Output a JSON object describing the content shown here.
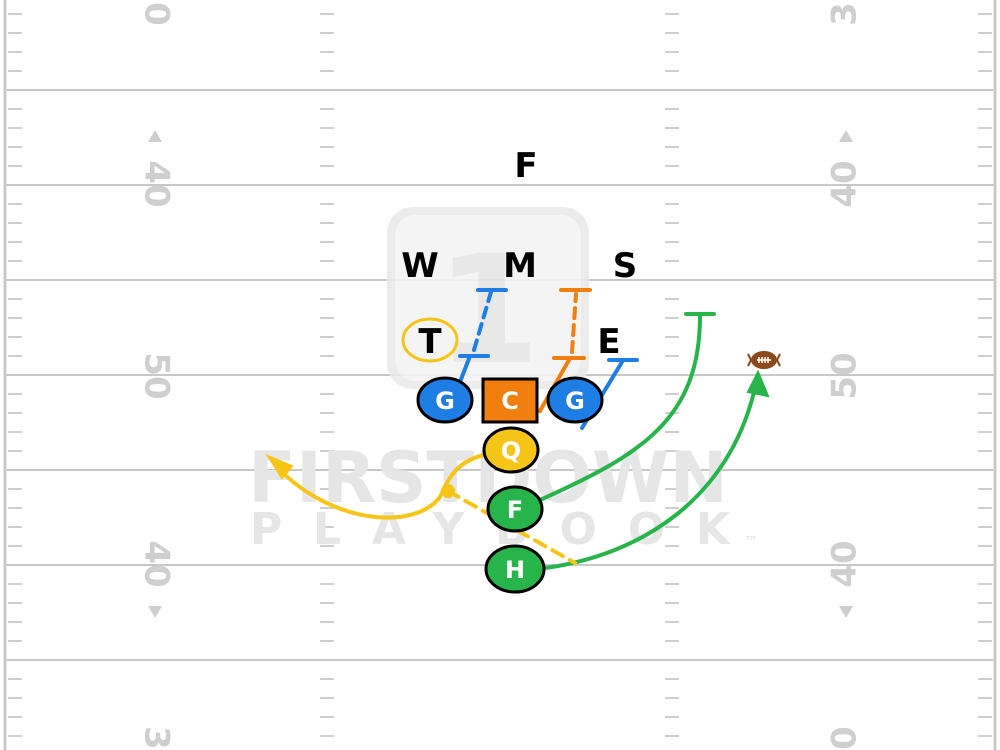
{
  "field": {
    "yard_numbers": {
      "left": [
        "0",
        "40",
        "50",
        "40",
        "3"
      ],
      "right": [
        "3",
        "40",
        "50",
        "40",
        "0"
      ]
    }
  },
  "watermark": {
    "brand_line1": "FIRSTDOWN",
    "brand_line2": "PLAYBOOK",
    "trademark": "™",
    "logo_numeral": "1"
  },
  "defense": [
    {
      "id": "F",
      "label": "F"
    },
    {
      "id": "W",
      "label": "W"
    },
    {
      "id": "M",
      "label": "M"
    },
    {
      "id": "S",
      "label": "S"
    },
    {
      "id": "T",
      "label": "T"
    },
    {
      "id": "E",
      "label": "E"
    }
  ],
  "offense": [
    {
      "id": "LG",
      "label": "G",
      "color": "#1e7ee4"
    },
    {
      "id": "C",
      "label": "C",
      "color": "#f07f10"
    },
    {
      "id": "RG",
      "label": "G",
      "color": "#1e7ee4"
    },
    {
      "id": "Q",
      "label": "Q",
      "color": "#f5c518"
    },
    {
      "id": "F",
      "label": "F",
      "color": "#27b44a"
    },
    {
      "id": "H",
      "label": "H",
      "color": "#27b44a"
    }
  ],
  "colors": {
    "guard": "#1e7ee4",
    "center": "#f07f10",
    "quarterback": "#f5c518",
    "back": "#27b44a",
    "field_lines": "#c8c8c8",
    "football": "#8b4a1c"
  },
  "icons": {
    "ball": "football-icon",
    "watermark_logo": "firstdown-logo-icon"
  }
}
